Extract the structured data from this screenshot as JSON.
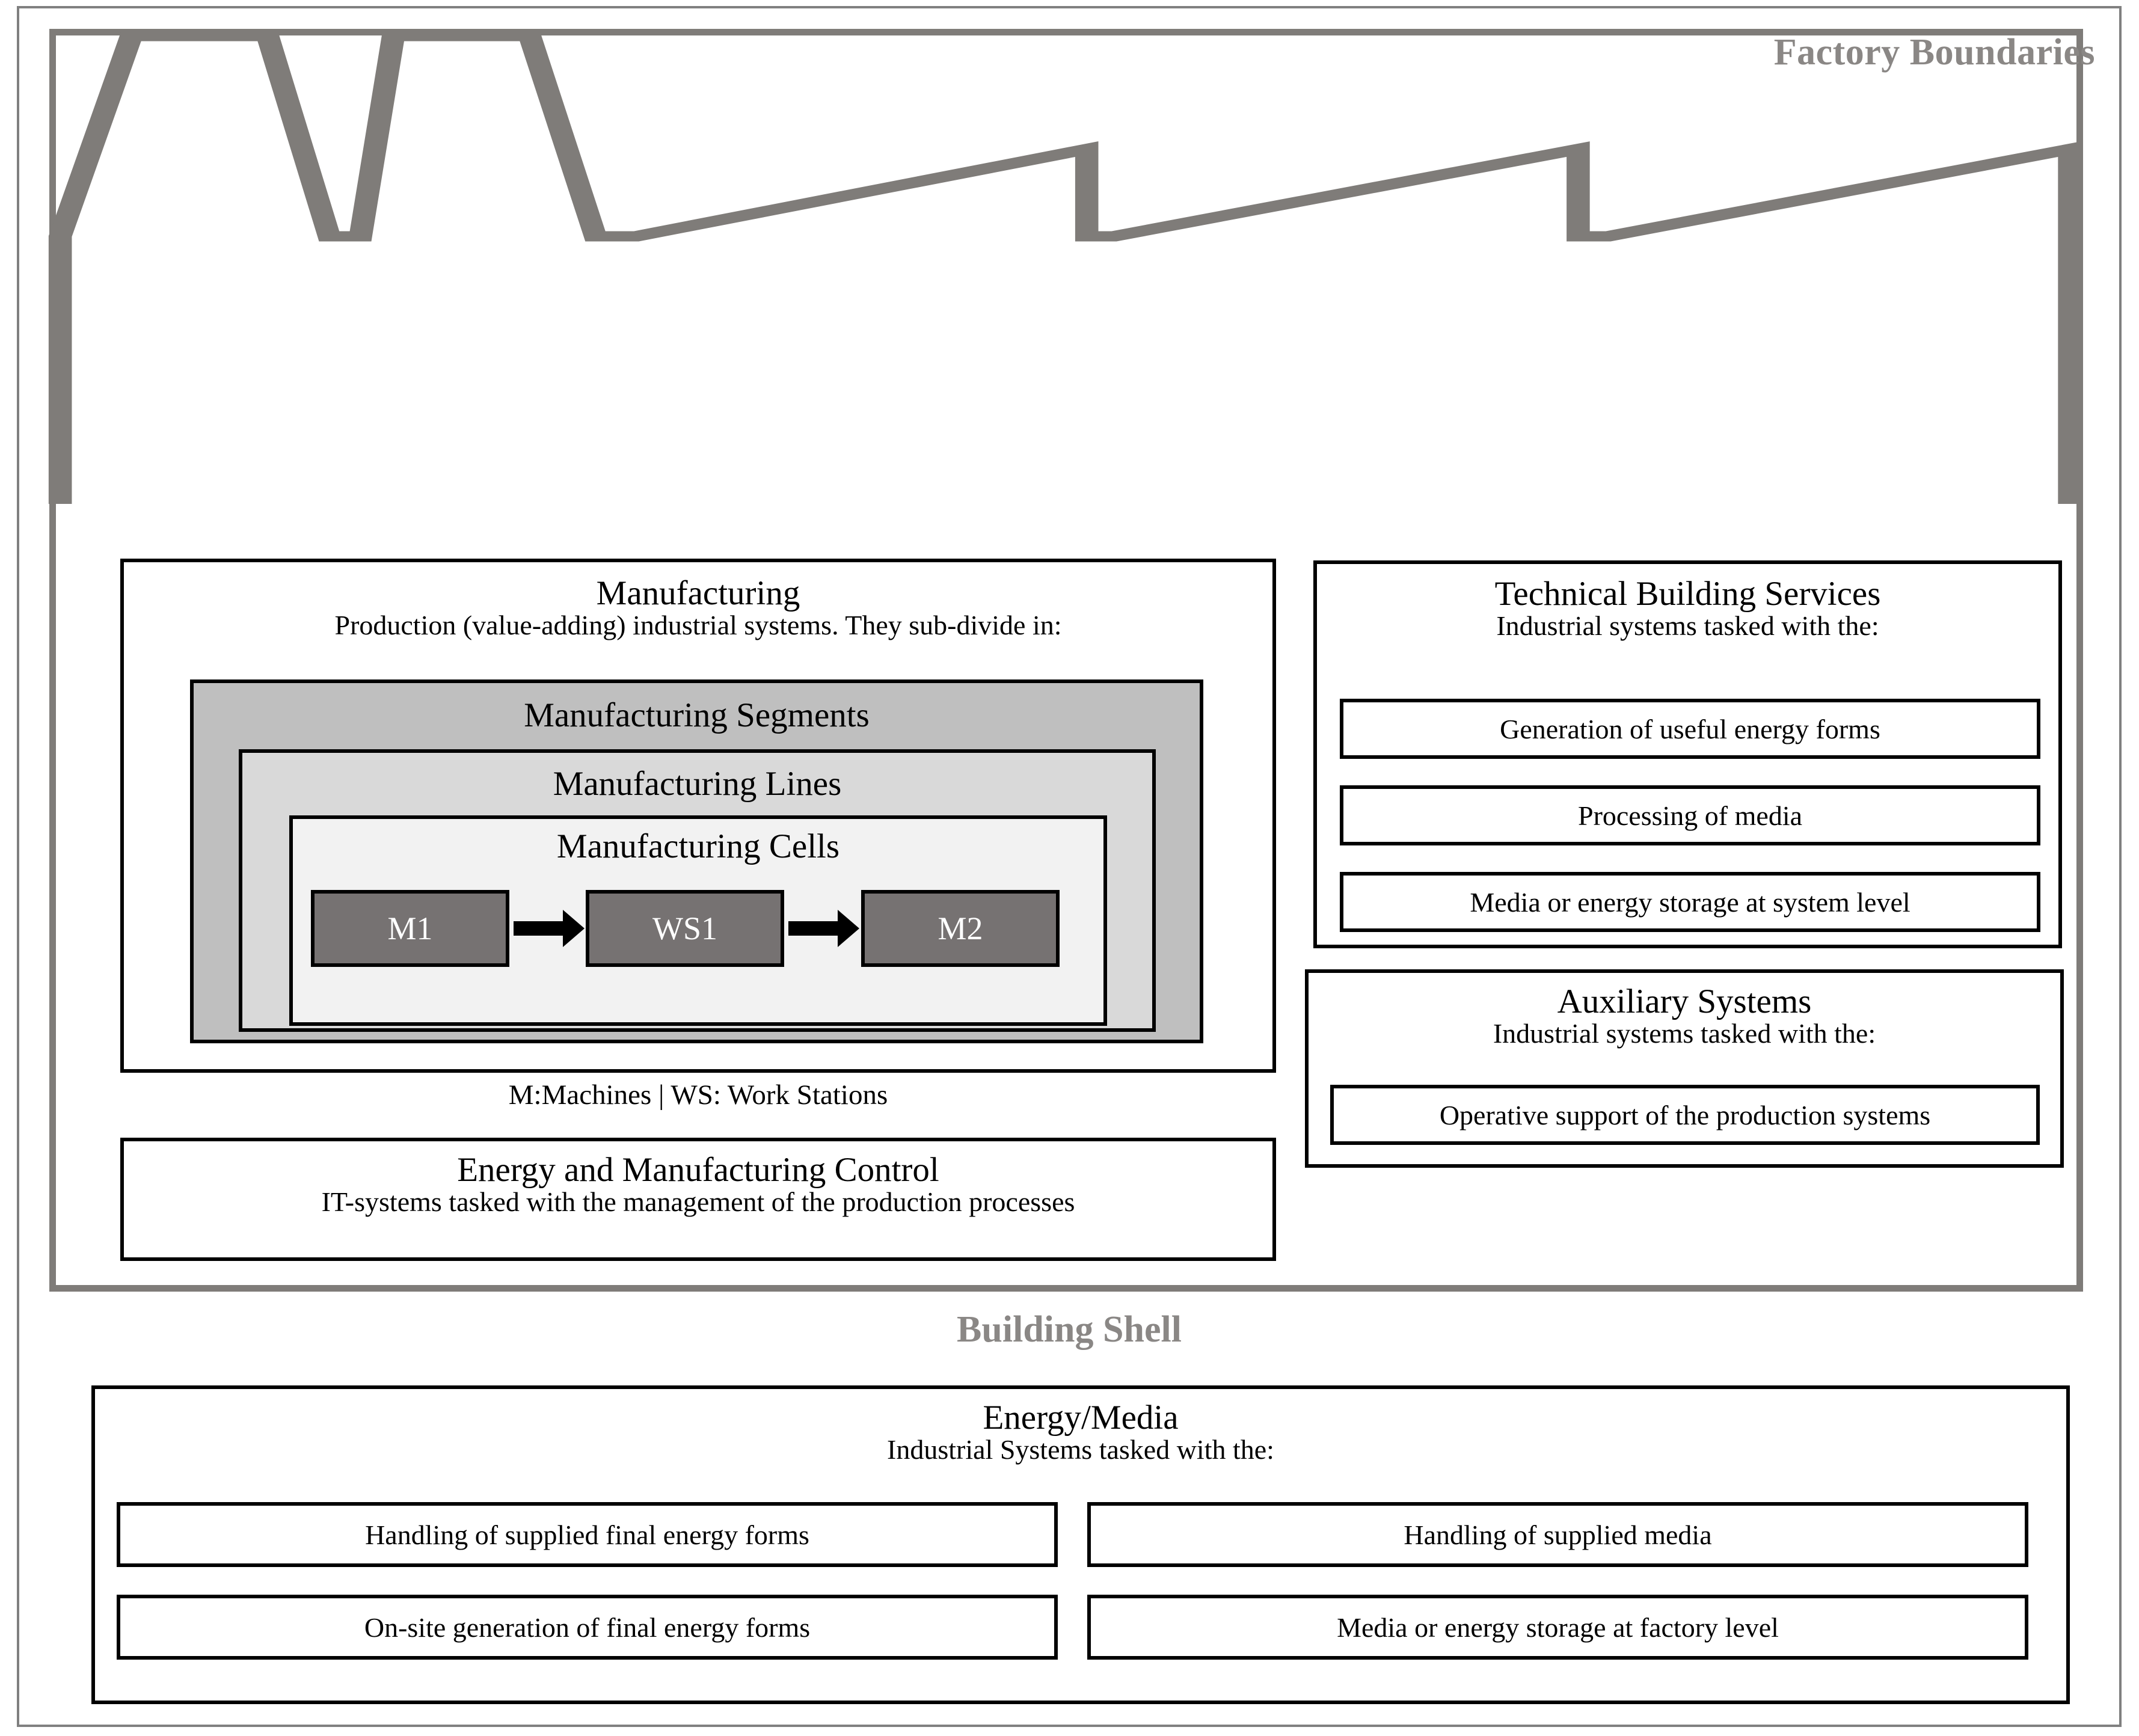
{
  "factory": {
    "label": "Factory Boundaries"
  },
  "building_shell": {
    "label": "Building Shell"
  },
  "manufacturing": {
    "title": "Manufacturing",
    "subtitle": "Production (value-adding) industrial systems. They sub-divide in:",
    "segments_title": "Manufacturing Segments",
    "lines_title": "Manufacturing Lines",
    "cells_title": "Manufacturing Cells",
    "nodes": [
      {
        "id": "m1",
        "label": "M1"
      },
      {
        "id": "ws1",
        "label": "WS1"
      },
      {
        "id": "m2",
        "label": "M2"
      }
    ],
    "legend": "M:Machines | WS: Work Stations"
  },
  "control": {
    "title": "Energy and Manufacturing Control",
    "subtitle": "IT-systems tasked with the management of the production processes"
  },
  "technical_building_services": {
    "title": "Technical Building Services",
    "subtitle": "Industrial systems tasked with the:",
    "items": [
      "Generation of useful energy forms",
      "Processing of media",
      "Media or energy storage at system level"
    ]
  },
  "auxiliary_systems": {
    "title": "Auxiliary Systems",
    "subtitle": "Industrial systems tasked with the:",
    "items": [
      "Operative support of the production systems"
    ]
  },
  "energy_media": {
    "title": "Energy/Media",
    "subtitle": "Industrial Systems tasked with the:",
    "items": [
      "Handling of supplied final energy forms",
      "Handling of supplied media",
      "On-site generation of final energy forms",
      "Media or energy storage at factory level"
    ]
  },
  "colors": {
    "factory_border": "#7f7c79",
    "label_grey": "#8a8785",
    "segments_fill": "#bfbfbf",
    "lines_fill": "#d9d9d9",
    "cells_fill": "#f2f2f2",
    "machine_fill": "#767272",
    "box_border": "#000000"
  }
}
